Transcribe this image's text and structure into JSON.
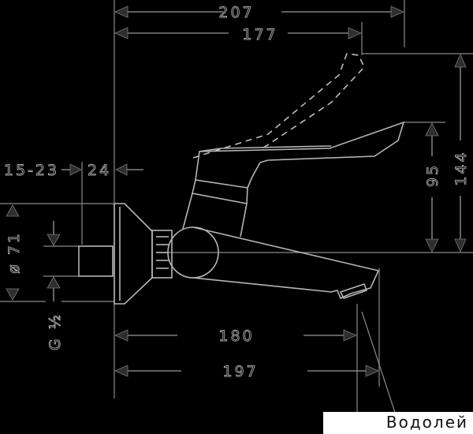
{
  "diagram": {
    "title": "Wall-mounted basin mixer dimension drawing",
    "units": "mm",
    "dimensions": {
      "overall_width": "207",
      "inner_width": "177",
      "spout_reach_1": "180",
      "spout_reach_2": "197",
      "wall_range": "15-23",
      "wall_offset": "24",
      "rosette_diameter": "ø 71",
      "thread": "G ½",
      "height_handle": "95",
      "height_total": "144"
    },
    "colors": {
      "background": "#000000",
      "lines": "#b5b5b5",
      "arrows": "#2e2e2e"
    }
  },
  "watermark": {
    "text": "Водолей"
  }
}
